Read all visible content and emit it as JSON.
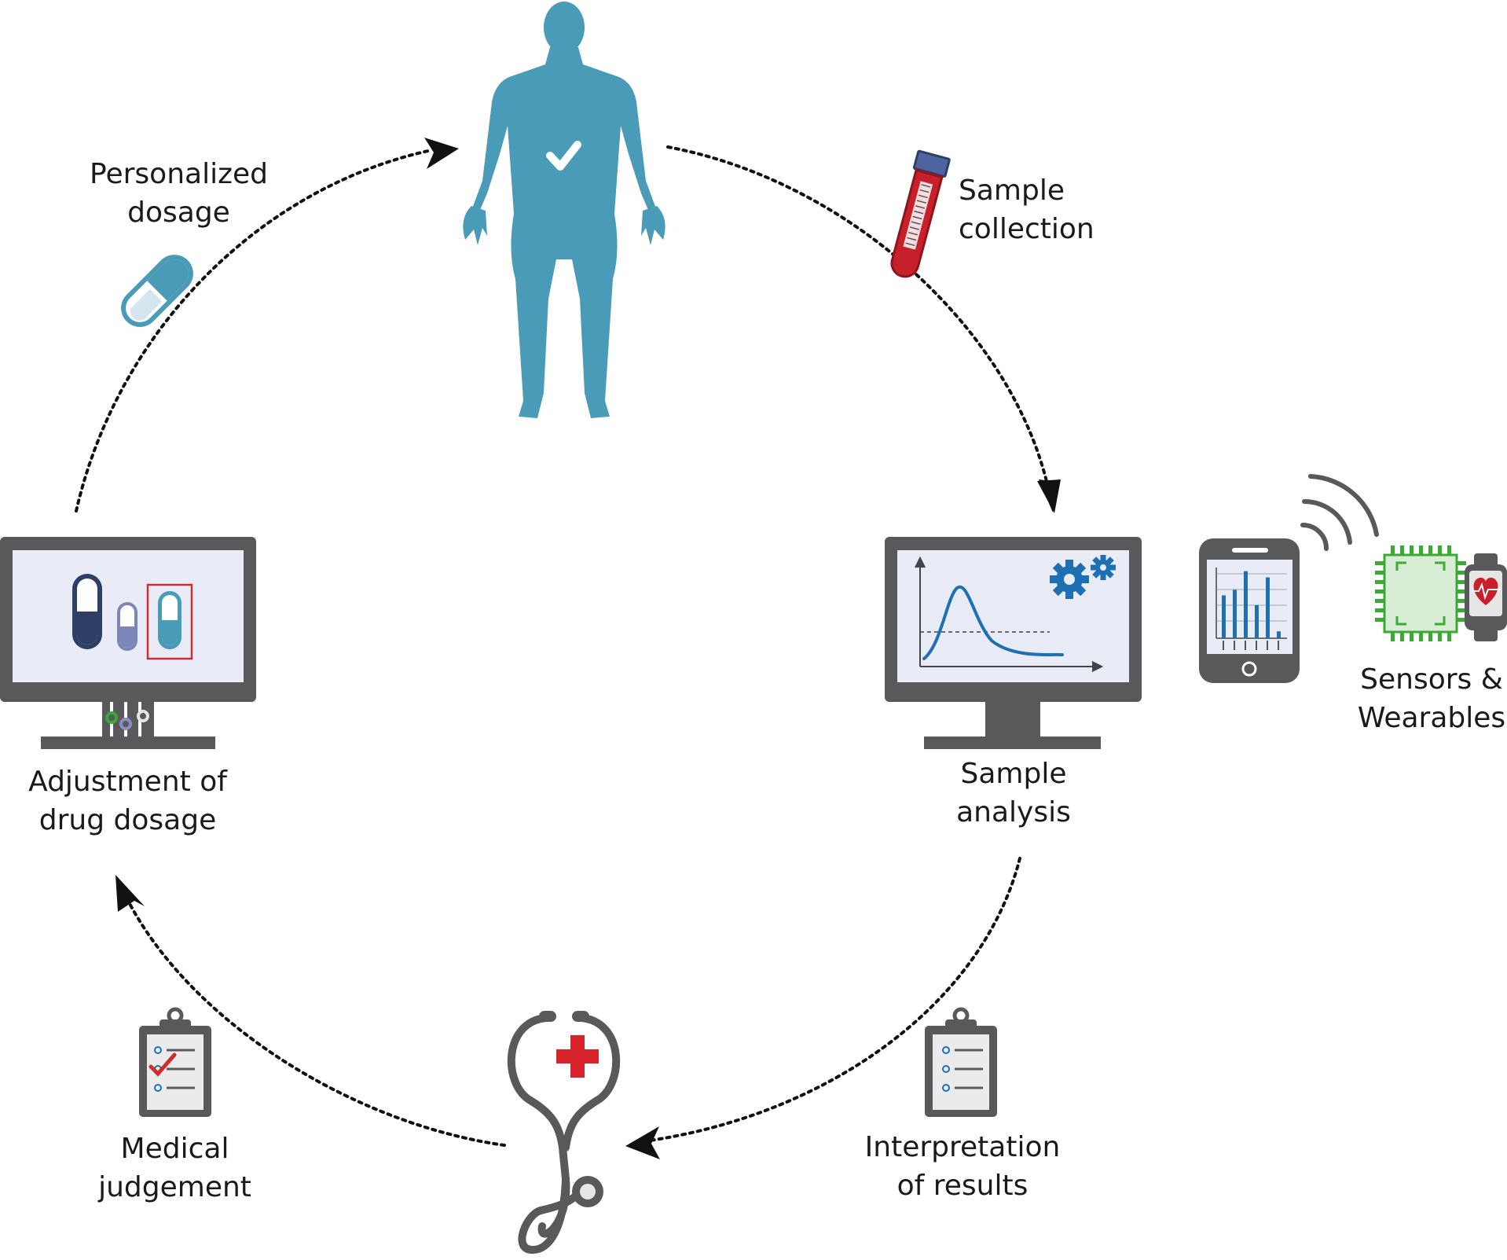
{
  "labels": {
    "personalized": {
      "line1": "Personalized",
      "line2": "dosage"
    },
    "sample_collection": {
      "line1": "Sample",
      "line2": "collection"
    },
    "sensors": {
      "line1": "Sensors &",
      "line2": "Wearables"
    },
    "sample_analysis": {
      "line1": "Sample",
      "line2": "analysis"
    },
    "interpretation": {
      "line1": "Interpretation",
      "line2": "of results"
    },
    "medical": {
      "line1": "Medical",
      "line2": "judgement"
    },
    "adjustment": {
      "line1": "Adjustment of",
      "line2": "drug dosage"
    }
  },
  "phone_chart": {
    "values": [
      0.62,
      0.7,
      0.97,
      0.48,
      0.88,
      0.1
    ]
  },
  "colors": {
    "body": "#4a9bb8",
    "monitor": "#58595b",
    "screen": "#e9ecf7",
    "tube_red": "#c8202a",
    "cross_red": "#d8232a",
    "chart_blue": "#1f6fb5",
    "chip_green": "#3aaa35",
    "capsule_dark": "#2e3f66",
    "highlight_box": "#d22b2b"
  }
}
